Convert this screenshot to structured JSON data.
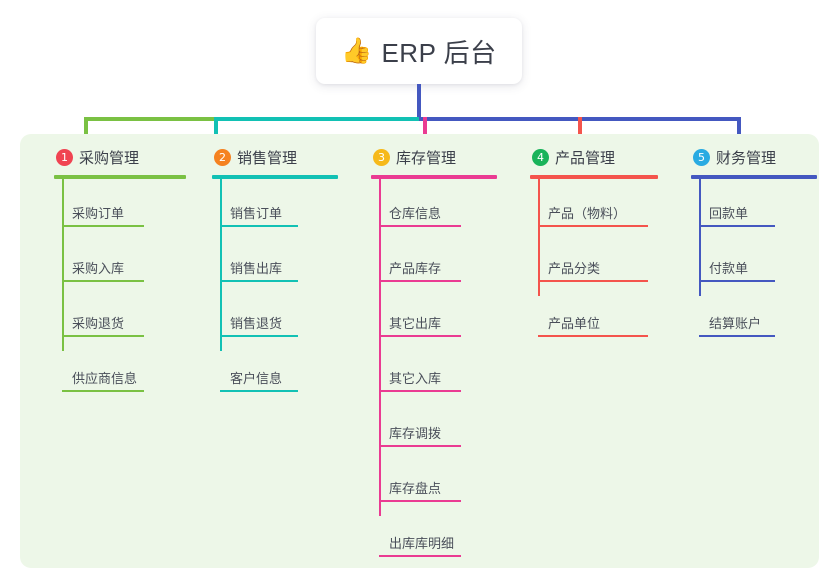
{
  "title": {
    "emoji": "👍",
    "emoji_name": "thumbs-up-icon",
    "text": "ERP 后台"
  },
  "theme": {
    "page_bg": "#ffffff",
    "board_bg": "#edf7e8",
    "card_bg": "#ffffff",
    "text": "#3b3f4a",
    "item_text": "#4a4f5a",
    "stem": "#4458c0"
  },
  "columns": [
    {
      "index": "1",
      "title": "采购管理",
      "color": "#7ac143",
      "badge_color": "#f04452",
      "items": [
        "采购订单",
        "采购入库",
        "采购退货",
        "供应商信息"
      ]
    },
    {
      "index": "2",
      "title": "销售管理",
      "color": "#12c1b4",
      "badge_color": "#f58220",
      "items": [
        "销售订单",
        "销售出库",
        "销售退货",
        "客户信息"
      ]
    },
    {
      "index": "3",
      "title": "库存管理",
      "color": "#ea3b92",
      "badge_color": "#f6b91a",
      "items": [
        "仓库信息",
        "产品库存",
        "其它出库",
        "其它入库",
        "库存调拨",
        "库存盘点",
        "出库库明细"
      ]
    },
    {
      "index": "4",
      "title": "产品管理",
      "color": "#f4544c",
      "badge_color": "#19b35a",
      "items": [
        "产品（物料）",
        "产品分类",
        "产品单位"
      ]
    },
    {
      "index": "5",
      "title": "财务管理",
      "color": "#4458c0",
      "badge_color": "#29abe2",
      "items": [
        "回款单",
        "付款单",
        "结算账户"
      ]
    }
  ],
  "connectors": {
    "segments": [
      {
        "name": "segment-green",
        "color": "#7ac143"
      },
      {
        "name": "segment-teal",
        "color": "#12c1b4"
      },
      {
        "name": "segment-blue",
        "color": "#4458c0"
      }
    ],
    "drops": [
      {
        "name": "drop-purchase",
        "color": "#7ac143"
      },
      {
        "name": "drop-sales",
        "color": "#12c1b4"
      },
      {
        "name": "drop-inventory",
        "color": "#ea3b92"
      },
      {
        "name": "drop-product",
        "color": "#f4544c"
      },
      {
        "name": "drop-finance",
        "color": "#4458c0"
      }
    ]
  }
}
